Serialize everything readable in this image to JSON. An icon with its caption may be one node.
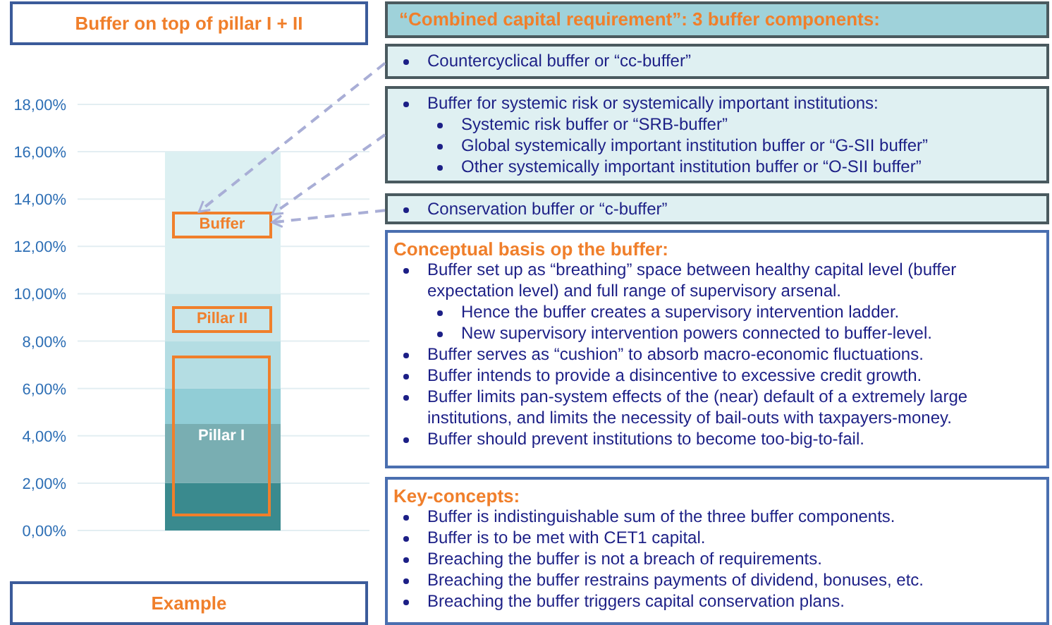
{
  "diagram": {
    "nodes": [
      {
        "text": [
          "Buffer on top of pillar I + II"
        ]
      },
      {
        "text": [
          "“Combined capital requirement”: 3 buffer components:"
        ]
      },
      {
        "text": [
          "Countercyclical buffer or “cc-buffer”"
        ]
      },
      {
        "text": [
          "Buffer for systemic risk or systemically important institutions:",
          "Systemic risk buffer or “SRB-buffer”",
          "Global systemically important institution buffer or “G-SII  buffer”",
          "Other systemically important institution buffer or “O-SII  buffer”"
        ]
      },
      {
        "text": [
          "Conservation buffer or “c-buffer”"
        ]
      },
      {
        "text": [
          "Buffer"
        ]
      },
      {
        "text": [
          "Pillar II"
        ]
      },
      {
        "text": [
          "Pillar I"
        ]
      },
      {
        "text": [
          "Conceptual basis op the buffer:",
          "Buffer set up as “breathing” space between healthy capital level (buffer expectation level) and full range of supervisory arsenal.",
          "Hence the buffer creates a supervisory intervention ladder.",
          "New supervisory intervention powers connected to buffer-level.",
          "Buffer serves as “cushion” to absorb macro-economic fluctuations.",
          "Buffer intends to provide a disincentive to excessive credit growth.",
          "Buffer limits pan-system effects of the (near) default of a extremely large institutions, and limits the necessity of bail-outs with taxpayers-money.",
          "Buffer should prevent  institutions to become too-big-to-fail."
        ]
      },
      {
        "text": [
          "Key-concepts:",
          "Buffer is indistinguishable sum of the three buffer components.",
          "Buffer is to be met with CET1  capital.",
          "Breaching the buffer is not a breach of requirements.",
          "Breaching the buffer restrains payments of dividend, bonuses, etc.",
          "Breaching the buffer triggers capital conservation plans."
        ]
      },
      {
        "text": [
          "Example"
        ]
      }
    ],
    "edges": [
      {
        "from": 2,
        "to": 5,
        "arrow": "to",
        "style": "dashed"
      },
      {
        "from": 3,
        "to": 5,
        "arrow": "to",
        "style": "dashed"
      },
      {
        "from": 4,
        "to": 5,
        "arrow": "to",
        "style": "dashed"
      }
    ],
    "chart_data": {
      "type": "bar",
      "categories": [
        null
      ],
      "stacked": true,
      "grid": true,
      "ylim": [
        0,
        18
      ],
      "yticks": [
        {
          "value": 0,
          "label": "0,00%"
        },
        {
          "value": 2,
          "label": "2,00%"
        },
        {
          "value": 4,
          "label": "4,00%"
        },
        {
          "value": 6,
          "label": "6,00%"
        },
        {
          "value": 8,
          "label": "8,00%"
        },
        {
          "value": 10,
          "label": "10,00%"
        },
        {
          "value": 12,
          "label": "12,00%"
        },
        {
          "value": 14,
          "label": "14,00%"
        },
        {
          "value": 16,
          "label": "16,00%"
        },
        {
          "value": 18,
          "label": "18,00%"
        }
      ],
      "series": [
        {
          "color": "#3a8a8e",
          "values": [
            2
          ]
        },
        {
          "color": "#79aeb2",
          "values": [
            2.5
          ]
        },
        {
          "color": "#91cdd6",
          "values": [
            1.5
          ]
        },
        {
          "color": "#b4dde3",
          "values": [
            2
          ]
        },
        {
          "color": "#c8e6ea",
          "values": [
            2
          ]
        },
        {
          "color": "#dcf0f2",
          "values": [
            6
          ]
        }
      ]
    }
  }
}
